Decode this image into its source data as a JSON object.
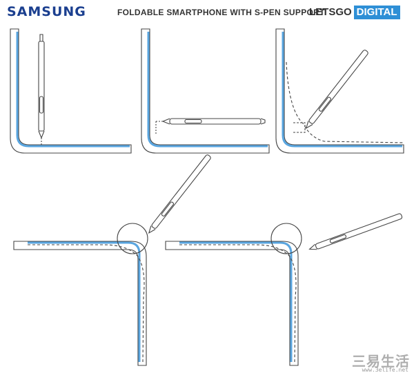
{
  "header": {
    "brand_left": "SAMSUNG",
    "title": "FOLDABLE SMARTPHONE WITH S-PEN SUPPORT",
    "brand_right_a": "LETSGO",
    "brand_right_b": "DIGITAL"
  },
  "watermark": {
    "text": "三易生活",
    "url": "www.3elife.net"
  },
  "colors": {
    "screen": "#5aa6e0",
    "outline": "#444444",
    "brand": "#1b3f8f",
    "accent": "#2e8fd6"
  },
  "figures": [
    "stage-1",
    "stage-2",
    "stage-3",
    "stage-4",
    "stage-5"
  ]
}
